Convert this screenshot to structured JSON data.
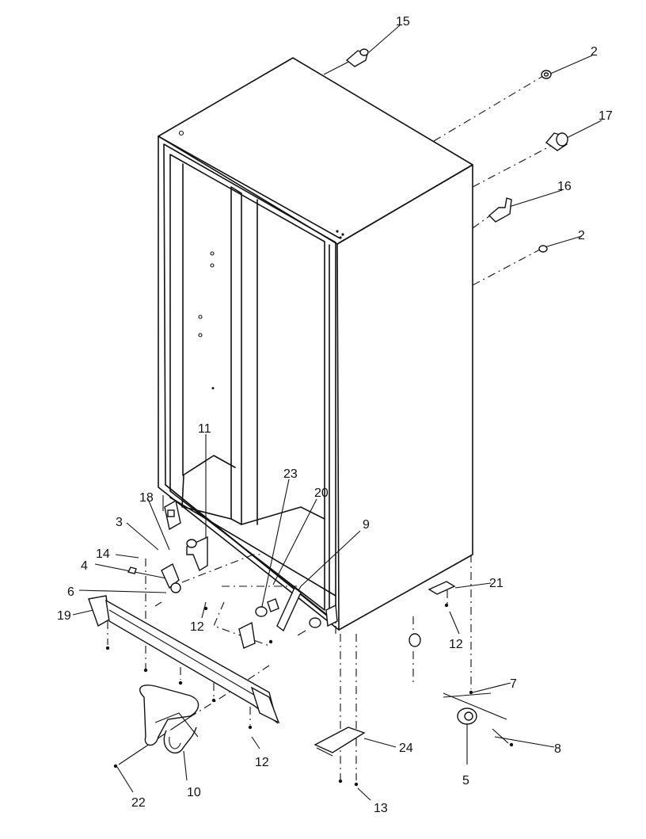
{
  "callouts": [
    {
      "id": "c15",
      "text": "15"
    },
    {
      "id": "c2a",
      "text": "2"
    },
    {
      "id": "c17",
      "text": "17"
    },
    {
      "id": "c16",
      "text": "16"
    },
    {
      "id": "c2b",
      "text": "2"
    },
    {
      "id": "c11",
      "text": "11"
    },
    {
      "id": "c23",
      "text": "23"
    },
    {
      "id": "c20",
      "text": "20"
    },
    {
      "id": "c9",
      "text": "9"
    },
    {
      "id": "c18",
      "text": "18"
    },
    {
      "id": "c3",
      "text": "3"
    },
    {
      "id": "c14",
      "text": "14"
    },
    {
      "id": "c4",
      "text": "4"
    },
    {
      "id": "c6",
      "text": "6"
    },
    {
      "id": "c19",
      "text": "19"
    },
    {
      "id": "c12a",
      "text": "12"
    },
    {
      "id": "c21",
      "text": "21"
    },
    {
      "id": "c12b",
      "text": "12"
    },
    {
      "id": "c7",
      "text": "7"
    },
    {
      "id": "c8",
      "text": "8"
    },
    {
      "id": "c5",
      "text": "5"
    },
    {
      "id": "c24",
      "text": "24"
    },
    {
      "id": "c13",
      "text": "13"
    },
    {
      "id": "c12c",
      "text": "12"
    },
    {
      "id": "c10",
      "text": "10"
    },
    {
      "id": "c22",
      "text": "22"
    }
  ]
}
